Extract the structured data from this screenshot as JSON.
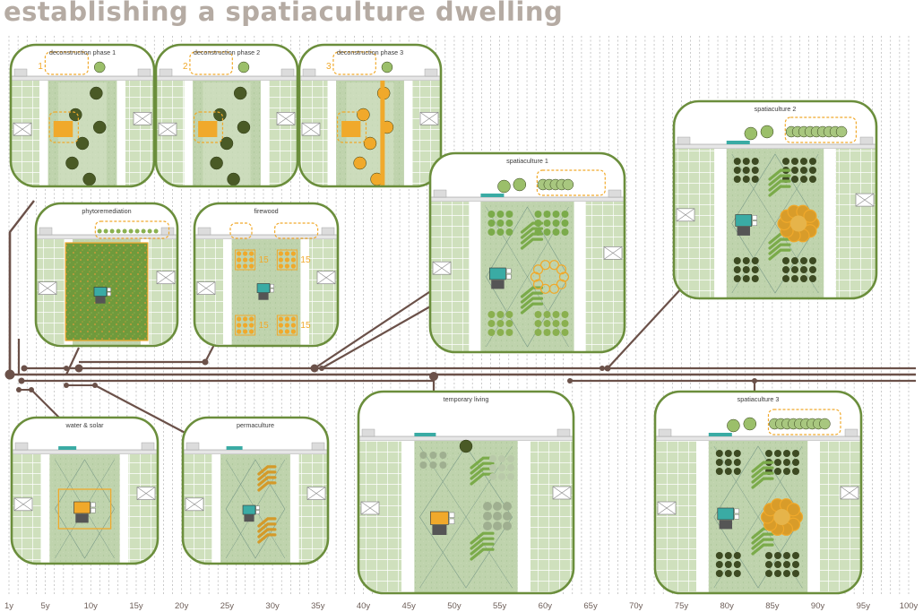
{
  "title": "establishing a spatiaculture dwelling",
  "colors": {
    "frame": "#6b8e3c",
    "timeline": "#6b5149",
    "title": "#b5aba3",
    "lawn": "#bfd3ad",
    "orange": "#f0a92b",
    "tree_dark": "#4a5a26",
    "crop": "#7bab4a"
  },
  "time_axis": {
    "labels": [
      "1y",
      "5y",
      "10y",
      "15y",
      "20y",
      "25y",
      "30y",
      "35y",
      "40y",
      "45y",
      "50y",
      "55y",
      "60y",
      "65y",
      "70y",
      "75y",
      "80y",
      "85y",
      "90y",
      "95y",
      "100y"
    ]
  },
  "phases": [
    {
      "id": "dec1",
      "label": "deconstruction phase 1",
      "number": "1"
    },
    {
      "id": "dec2",
      "label": "deconstruction phase 2",
      "number": "2"
    },
    {
      "id": "dec3",
      "label": "deconstruction phase 3",
      "number": "3"
    },
    {
      "id": "phyto",
      "label": "phytoremediation",
      "number": ""
    },
    {
      "id": "fire",
      "label": "firewood",
      "number": ""
    },
    {
      "id": "sp1",
      "label": "spatiaculture 1",
      "number": ""
    },
    {
      "id": "sp2",
      "label": "spatiaculture 2",
      "number": ""
    },
    {
      "id": "water",
      "label": "water & solar",
      "number": ""
    },
    {
      "id": "perma",
      "label": "permaculture",
      "number": ""
    },
    {
      "id": "temp",
      "label": "temporary living",
      "number": ""
    },
    {
      "id": "sp3",
      "label": "spatiaculture 3",
      "number": ""
    }
  ],
  "firewood_labels": [
    "15",
    "15",
    "15",
    "15"
  ]
}
